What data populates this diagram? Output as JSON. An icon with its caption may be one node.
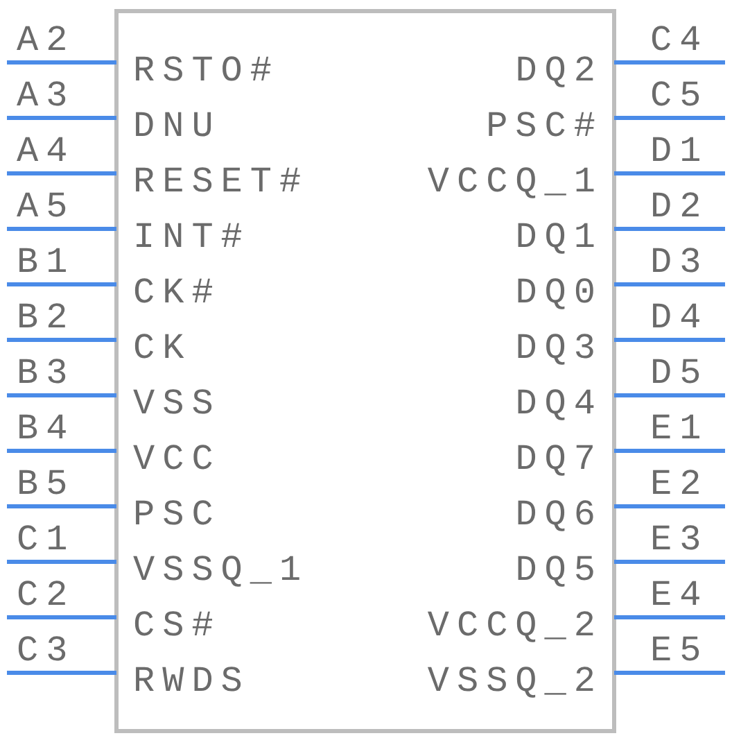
{
  "diagram": {
    "nodes": [
      {
        "text": [],
        "shape": "box"
      }
    ],
    "labels": [
      "A2",
      "RSTO#",
      "DQ2",
      "C4",
      "A3",
      "DNU",
      "PSC#",
      "C5",
      "A4",
      "RESET#",
      "VCCQ_1",
      "D1",
      "A5",
      "INT#",
      "DQ1",
      "D2",
      "B1",
      "CK#",
      "DQ0",
      "D3",
      "B2",
      "CK",
      "DQ3",
      "D4",
      "B3",
      "VSS",
      "DQ4",
      "D5",
      "B4",
      "VCC",
      "DQ7",
      "E1",
      "B5",
      "PSC",
      "DQ6",
      "E2",
      "C1",
      "VSSQ_1",
      "DQ5",
      "E3",
      "C2",
      "CS#",
      "VCCQ_2",
      "E4",
      "C3",
      "RWDS",
      "VSSQ_2",
      "E5"
    ]
  }
}
